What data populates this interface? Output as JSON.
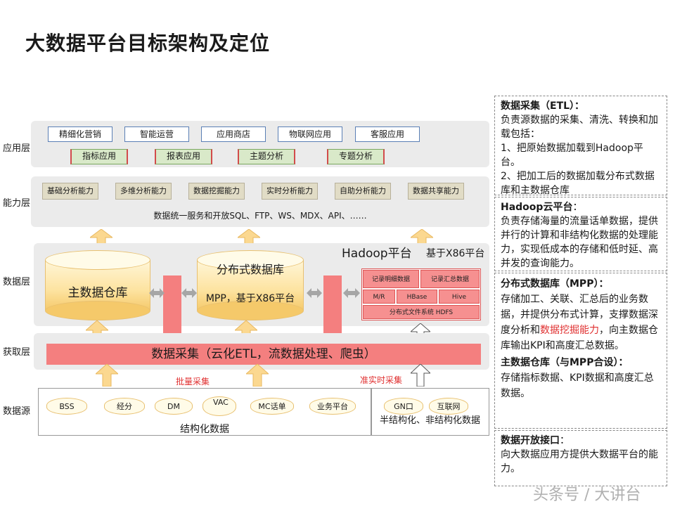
{
  "title": "大数据平台目标架构及定位",
  "layers": {
    "app": "应用层",
    "capability": "能力层",
    "data": "数据层",
    "acquire": "获取层",
    "source": "数据源"
  },
  "app_row1": [
    "精细化营销",
    "智能运营",
    "应用商店",
    "物联网应用",
    "客服应用"
  ],
  "app_row2": [
    "指标应用",
    "报表应用",
    "主题分析",
    "专题分析"
  ],
  "capability_items": [
    "基础分析能力",
    "多维分析能力",
    "数据挖掘能力",
    "实时分析能力",
    "自助分析能力",
    "数据共享能力"
  ],
  "capability_service": "数据统一服务和开放SQL、FTP、WS、MDX、API、……",
  "data_layer": {
    "main_dw": "主数据仓库",
    "dist_db_title": "分布式数据库",
    "dist_db_sub": "MPP，基于X86平台",
    "hadoop_title": "Hadoop平台",
    "hadoop_sub": "基于X86平台",
    "hadoop_boxes": {
      "detail": "记录明细数据",
      "summary": "记录汇总数据",
      "mr": "M/R",
      "hbase": "HBase",
      "hive": "Hive",
      "hdfs": "分布式文件系统 HDFS"
    }
  },
  "acquire_bar": "数据采集（云化ETL，流数据处理、爬虫）",
  "batch_label": "批量采集",
  "realtime_label": "准实时采集",
  "sources_structured": [
    "BSS",
    "经分",
    "DM",
    "VAC",
    "MC话单",
    "业务平台"
  ],
  "structured_label": "结构化数据",
  "sources_unstructured": [
    "GN口",
    "互联网"
  ],
  "unstructured_label": "半结构化、非结构化数据",
  "right_panel": {
    "etl_title": "数据采集（ETL）：",
    "etl_body1": "负责源数据的采集、清洗、转换和加载包括：",
    "etl_body2": "1、把原始数据加载到Hadoop平台。",
    "etl_body3": "2、把加工后的数据加载分布式数据库和主数据仓库",
    "hadoop_title": "Hadoop云平台",
    "hadoop_colon": "：",
    "hadoop_body": "负责存储海量的流量话单数据，提供并行的计算和非结构化数据的处理能力，实现低成本的存储和低时延、高并发的查询能力。",
    "mpp_title": "分布式数据库（MPP）：",
    "mpp_body_a": "存储加工、关联、汇总后的业务数据，并提供分布式计算，支撑数据深度分析和",
    "mpp_body_red": "数据挖掘能力",
    "mpp_body_b": "，向主数据仓库输出KPI和高度汇总数据。",
    "dw_title": "主数据仓库（与MPP合设）：",
    "dw_body": "存储指标数据、KPI数据和高度汇总数据。",
    "open_title": "数据开放接口",
    "open_colon": "：",
    "open_body": "向大数据应用方提供大数据平台的能力。"
  },
  "watermark": "头条号 / 大讲台"
}
